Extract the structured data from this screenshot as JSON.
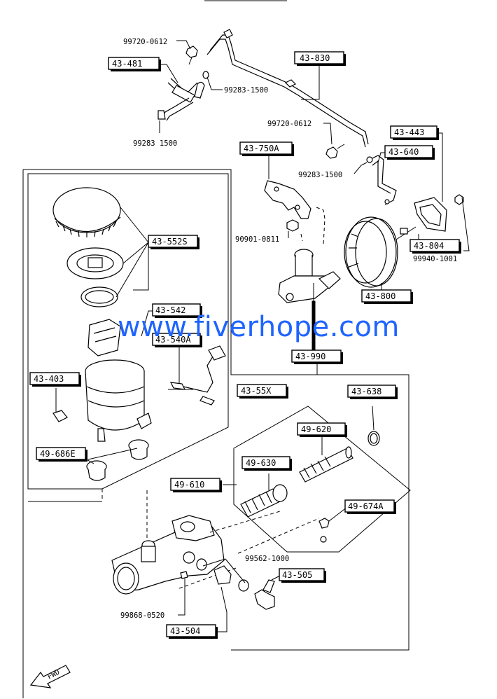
{
  "diagram": {
    "part_labels": {
      "l_43_481": "43-481",
      "l_43_830": "43-830",
      "l_43_443": "43-443",
      "l_43_640": "43-640",
      "l_43_750a": "43-750A",
      "l_43_552s": "43-552S",
      "l_43_804": "43-804",
      "l_43_800": "43-800",
      "l_43_542": "43-542",
      "l_43_540a": "43-540A",
      "l_43_990": "43-990",
      "l_43_403": "43-403",
      "l_43_55x": "43-55X",
      "l_43_638": "43-638",
      "l_49_620": "49-620",
      "l_49_686e": "49-686E",
      "l_49_630": "49-630",
      "l_49_610": "49-610",
      "l_49_674a": "49-674A",
      "l_43_505": "43-505",
      "l_43_504": "43-504"
    },
    "codes": {
      "c_99720_top": "99720-0612",
      "c_99283_a": "99283-1500",
      "c_99283_b": "99283 1500",
      "c_99720_mid": "99720-0612",
      "c_99283_c": "99283-1500",
      "c_90901": "90901-0811",
      "c_99940": "99940-1001",
      "c_99562": "99562-1000",
      "c_99868": "99868-0520"
    },
    "fwd_label": "FWD"
  },
  "watermark": "www.fiverhope.com"
}
